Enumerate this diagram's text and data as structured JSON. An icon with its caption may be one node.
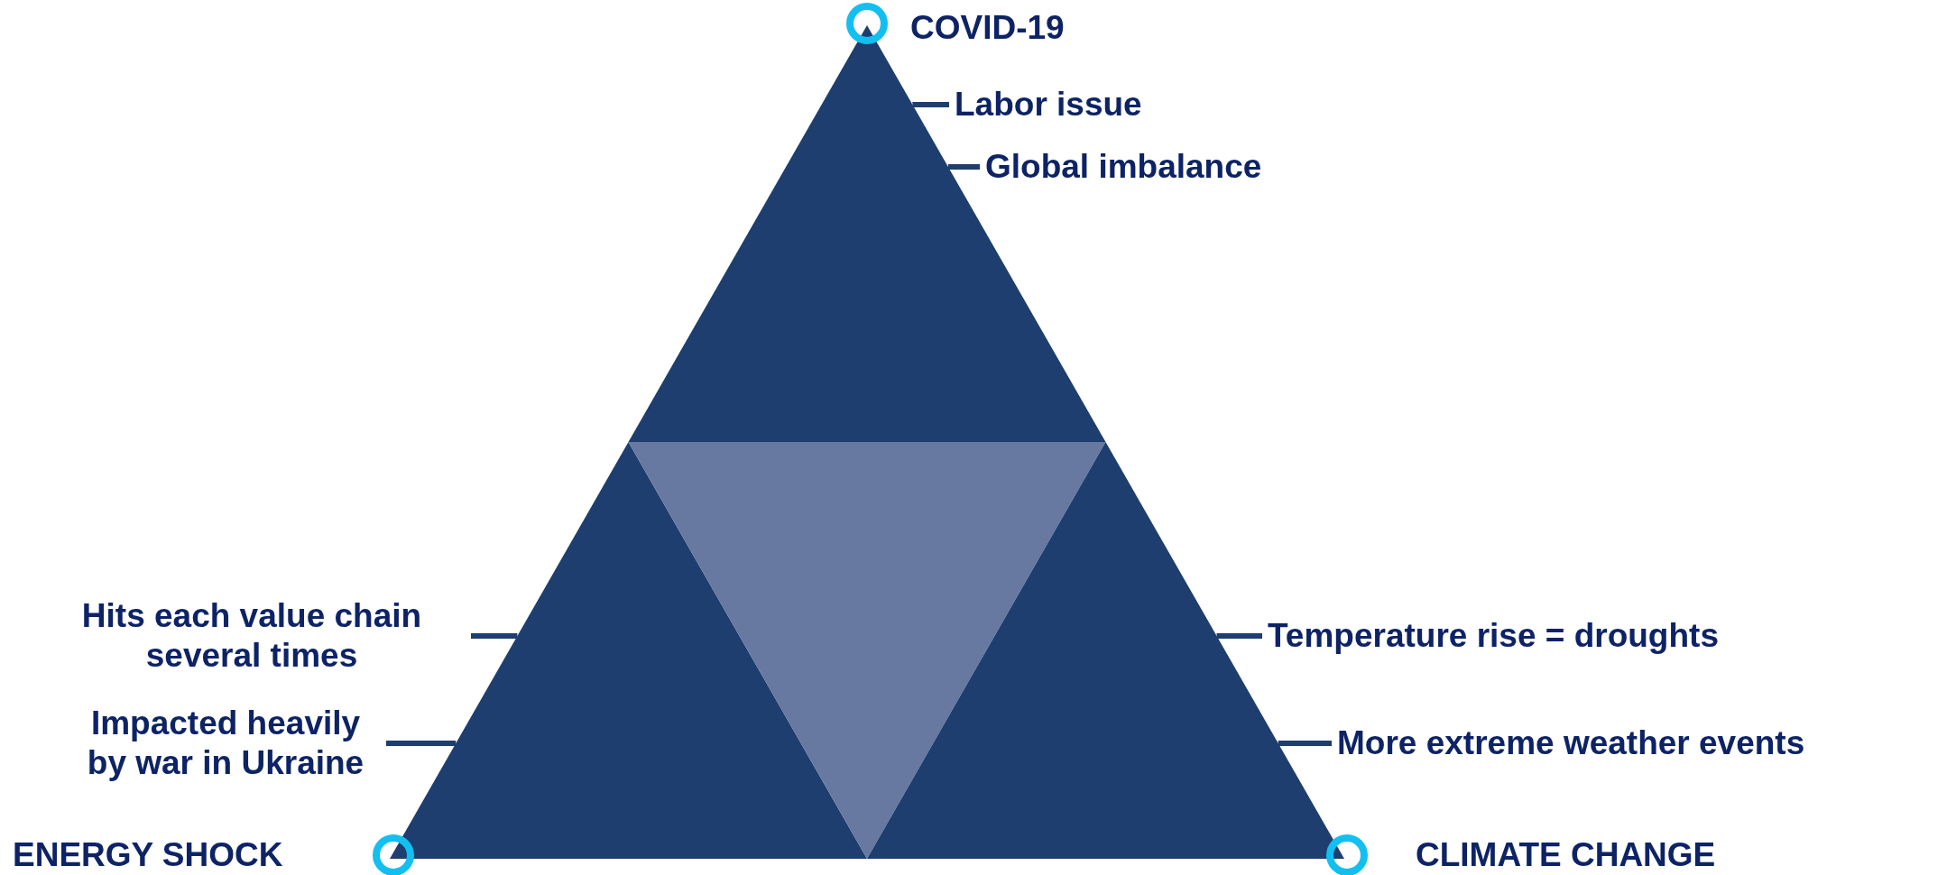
{
  "diagram": {
    "nodes": [
      {
        "text": [],
        "shape": "triangle"
      },
      {
        "text": [],
        "shape": "triangle"
      },
      {
        "text": [],
        "shape": "triangle"
      },
      {
        "text": [],
        "shape": "triangle"
      },
      {
        "text": [
          "Labor issue"
        ]
      },
      {
        "text": [
          "Global imbalance"
        ]
      },
      {
        "text": [
          "Hits each value chain several times"
        ]
      },
      {
        "text": [
          "Impacted heavily by war in Ukraine"
        ]
      },
      {
        "text": [
          "Temperature rise = droughts"
        ]
      },
      {
        "text": [
          "More extreme weather events"
        ]
      }
    ],
    "edges": [
      {
        "from": 4,
        "to": 0,
        "arrow": "none"
      },
      {
        "from": 5,
        "to": 0,
        "arrow": "none"
      },
      {
        "from": 6,
        "to": 1,
        "arrow": "none"
      },
      {
        "from": 7,
        "to": 1,
        "arrow": "none"
      },
      {
        "from": 8,
        "to": 3,
        "arrow": "none"
      },
      {
        "from": 9,
        "to": 3,
        "arrow": "none"
      }
    ],
    "labels": [
      "COVID-19",
      "ENERGY SHOCK",
      "CLIMATE CHANGE"
    ]
  }
}
